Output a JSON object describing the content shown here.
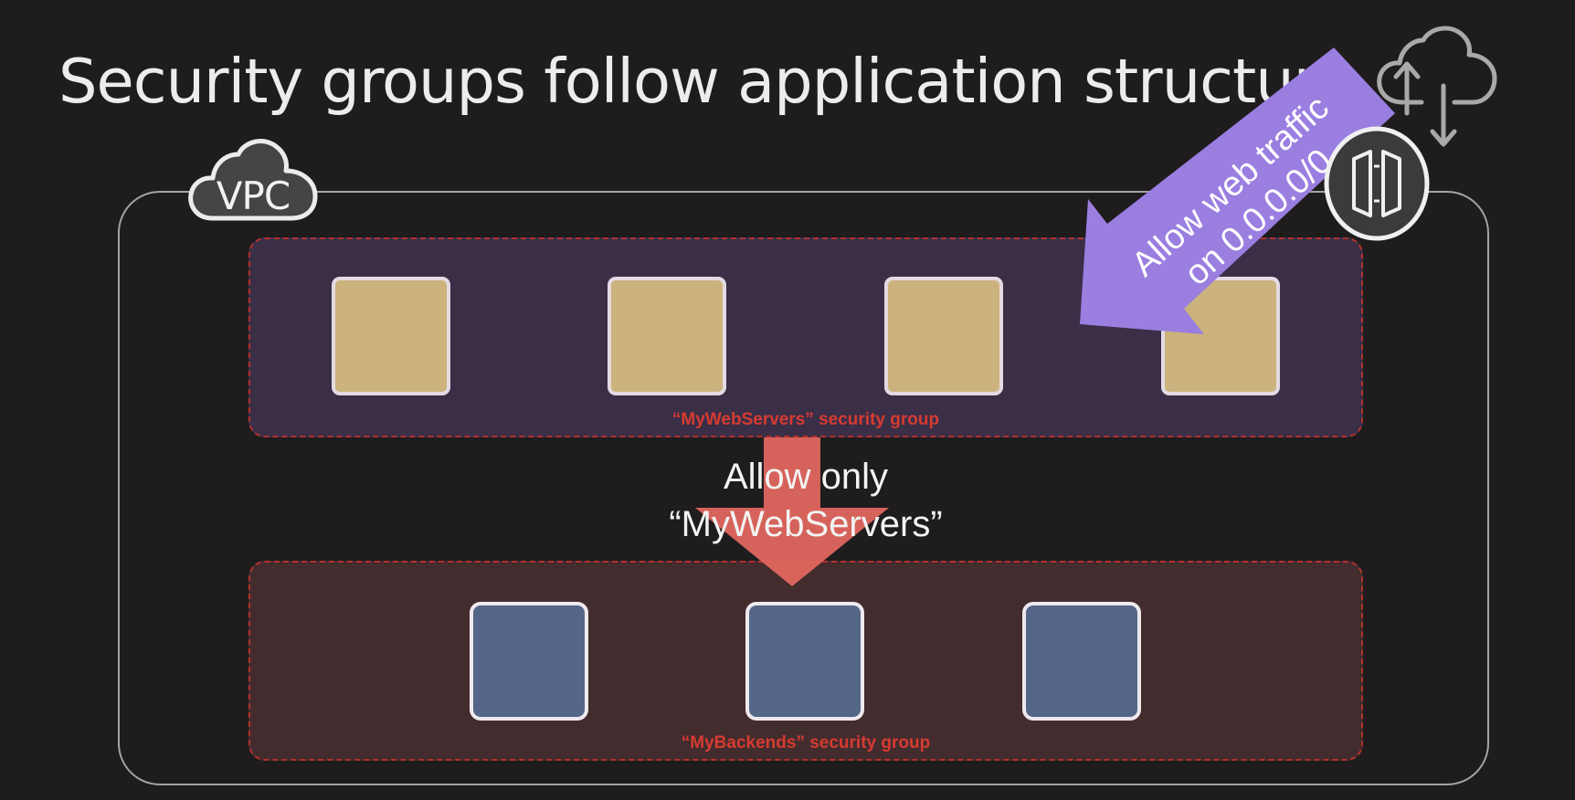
{
  "slide": {
    "title": "Security groups follow application structure"
  },
  "vpc": {
    "label": "VPC"
  },
  "security_groups": {
    "web": {
      "label": "“MyWebServers” security group",
      "server_count": 4
    },
    "backend": {
      "label": "“MyBackends” security group",
      "server_count": 3
    }
  },
  "rules": {
    "internal": {
      "line1": "Allow only",
      "line2": "“MyWebServers”"
    },
    "internet": {
      "line1": "Allow web traffic",
      "line2": "on  0.0.0.0/0"
    }
  },
  "colors": {
    "background": "#1e1c1d",
    "web_group_fill": "#3b2e47",
    "backend_group_fill": "#432c2e",
    "group_border": "#b3312c",
    "group_label": "#d63b31",
    "web_server": "#ccb27c",
    "backend_server": "#536687",
    "internal_arrow": "#e0675f",
    "internet_arrow": "#9a7ee0"
  },
  "icons": {
    "vpc": "cloud-icon",
    "internet": "cloud-upload-download-icon",
    "gateway": "internet-gateway-icon"
  }
}
